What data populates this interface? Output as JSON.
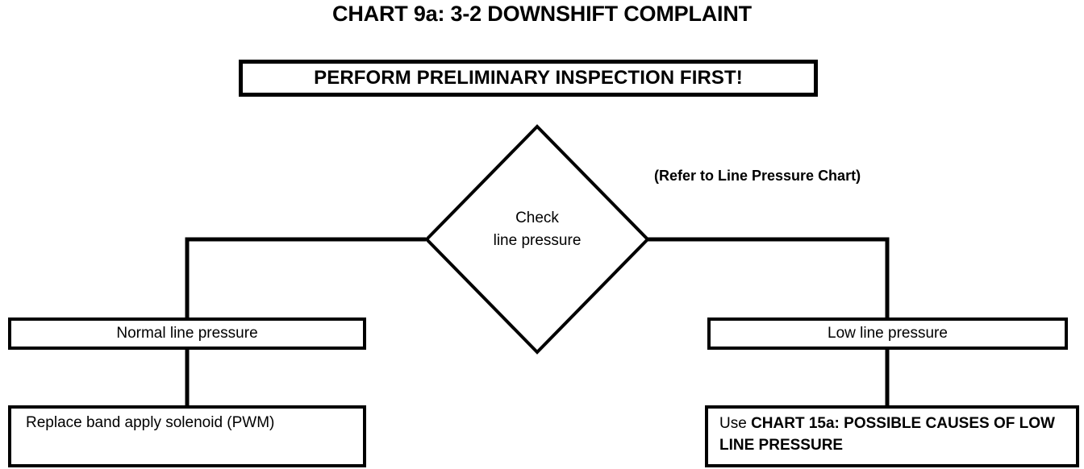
{
  "chart": {
    "title": "CHART 9a: 3-2 DOWNSHIFT COMPLAINT",
    "banner": "PERFORM PRELIMINARY INSPECTION FIRST!",
    "decision": {
      "label": "Check\nline pressure",
      "note": "(Refer to Line Pressure Chart)"
    },
    "branches": {
      "left": {
        "result": "Normal line pressure",
        "action": "Replace band apply solenoid (PWM)"
      },
      "right": {
        "result": "Low line pressure",
        "action_prefix": "Use ",
        "action_emphasis": "CHART 15a: POSSIBLE CAUSES OF LOW LINE PRESSURE"
      }
    },
    "colors": {
      "background": "#ffffff",
      "stroke": "#000000",
      "text": "#000000"
    }
  }
}
